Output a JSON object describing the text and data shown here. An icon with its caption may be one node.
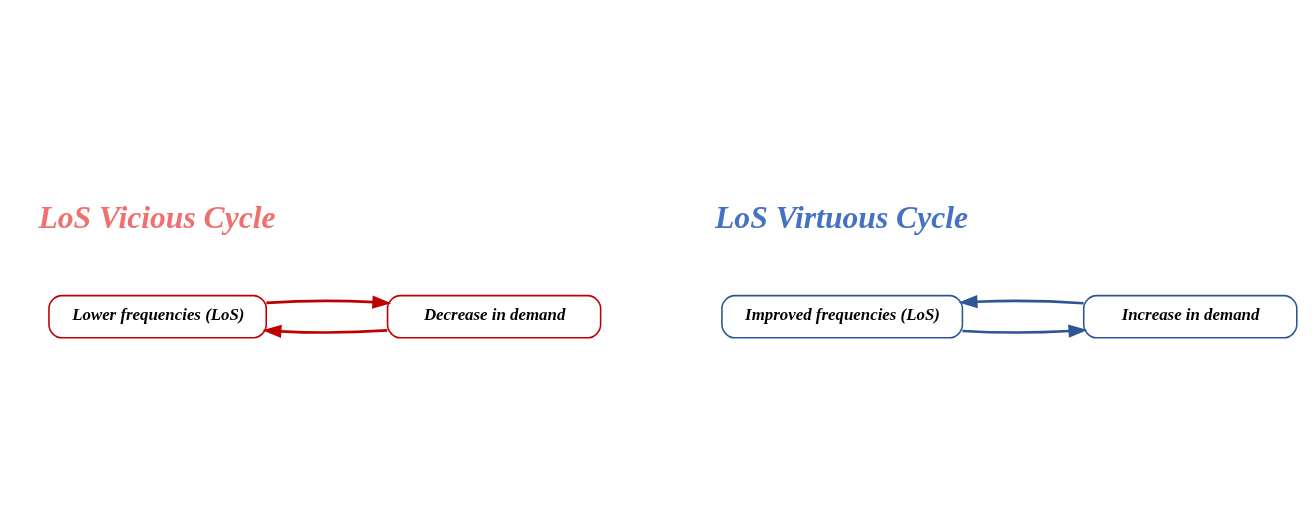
{
  "diagram": {
    "nodes": [
      {
        "text": [
          "Lower frequencies (LoS)"
        ]
      },
      {
        "text": [
          "Decrease in demand"
        ]
      },
      {
        "text": [
          "Improved frequencies (LoS)"
        ]
      },
      {
        "text": [
          "Increase in demand"
        ]
      }
    ],
    "edges": [
      {
        "from": 1,
        "to": 0,
        "arrow": "to",
        "color": "#c00000"
      },
      {
        "from": 0,
        "to": 1,
        "arrow": "to",
        "color": "#c00000"
      },
      {
        "from": 2,
        "to": 3,
        "arrow": "to",
        "color": "#2f5597"
      },
      {
        "from": 3,
        "to": 2,
        "arrow": "to",
        "color": "#2f5597"
      }
    ],
    "labels": [
      "LoS Vicious Cycle",
      "LoS Virtuous Cycle"
    ]
  }
}
